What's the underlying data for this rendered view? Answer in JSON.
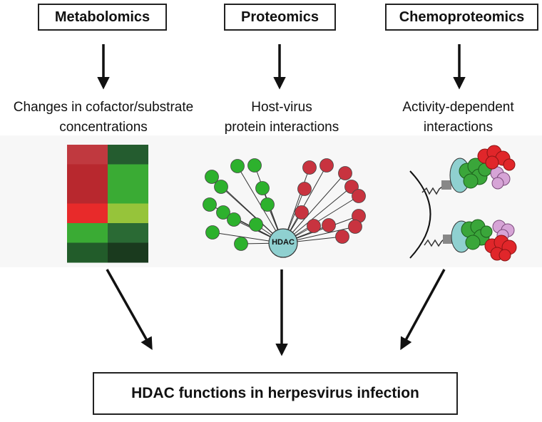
{
  "methods": {
    "metabolomics": {
      "title": "Metabolomics",
      "description": [
        "Changes in cofactor/substrate",
        "concentrations"
      ]
    },
    "proteomics": {
      "title": "Proteomics",
      "description": [
        "Host-virus",
        "protein interactions"
      ]
    },
    "chemoproteomics": {
      "title": "Chemoproteomics",
      "description": [
        "Activity-dependent",
        "interactions"
      ]
    }
  },
  "network": {
    "hub_label": "HDAC",
    "host_color": "#2db12d",
    "virus_color": "#c8333f"
  },
  "heatmap": {
    "colors": [
      [
        "#c0393f",
        "#245c2f"
      ],
      [
        "#b8282e",
        "#3aab34"
      ],
      [
        "#b8282e",
        "#3aab34"
      ],
      [
        "#e82a2a",
        "#96c43a"
      ],
      [
        "#3aab34",
        "#2a6a34"
      ],
      [
        "#225c2a",
        "#1a3a1e"
      ]
    ]
  },
  "conclusion": "HDAC functions in herpesvirus infection"
}
